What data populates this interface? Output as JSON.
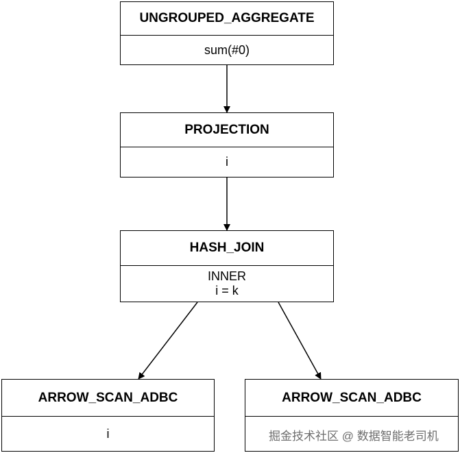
{
  "nodes": {
    "ungrouped_aggregate": {
      "title": "UNGROUPED_AGGREGATE",
      "lines": [
        "sum(#0)"
      ]
    },
    "projection": {
      "title": "PROJECTION",
      "lines": [
        "i"
      ]
    },
    "hash_join": {
      "title": "HASH_JOIN",
      "lines": [
        "INNER",
        "i = k"
      ]
    },
    "arrow_scan_left": {
      "title": "ARROW_SCAN_ADBC",
      "lines": [
        "i"
      ]
    },
    "arrow_scan_right": {
      "title": "ARROW_SCAN_ADBC",
      "lines": [
        ""
      ]
    }
  },
  "edges": [
    {
      "from": "ungrouped_aggregate",
      "to": "projection"
    },
    {
      "from": "projection",
      "to": "hash_join"
    },
    {
      "from": "hash_join",
      "to": "arrow_scan_left"
    },
    {
      "from": "hash_join",
      "to": "arrow_scan_right"
    }
  ],
  "watermark": "掘金技术社区 @ 数据智能老司机"
}
